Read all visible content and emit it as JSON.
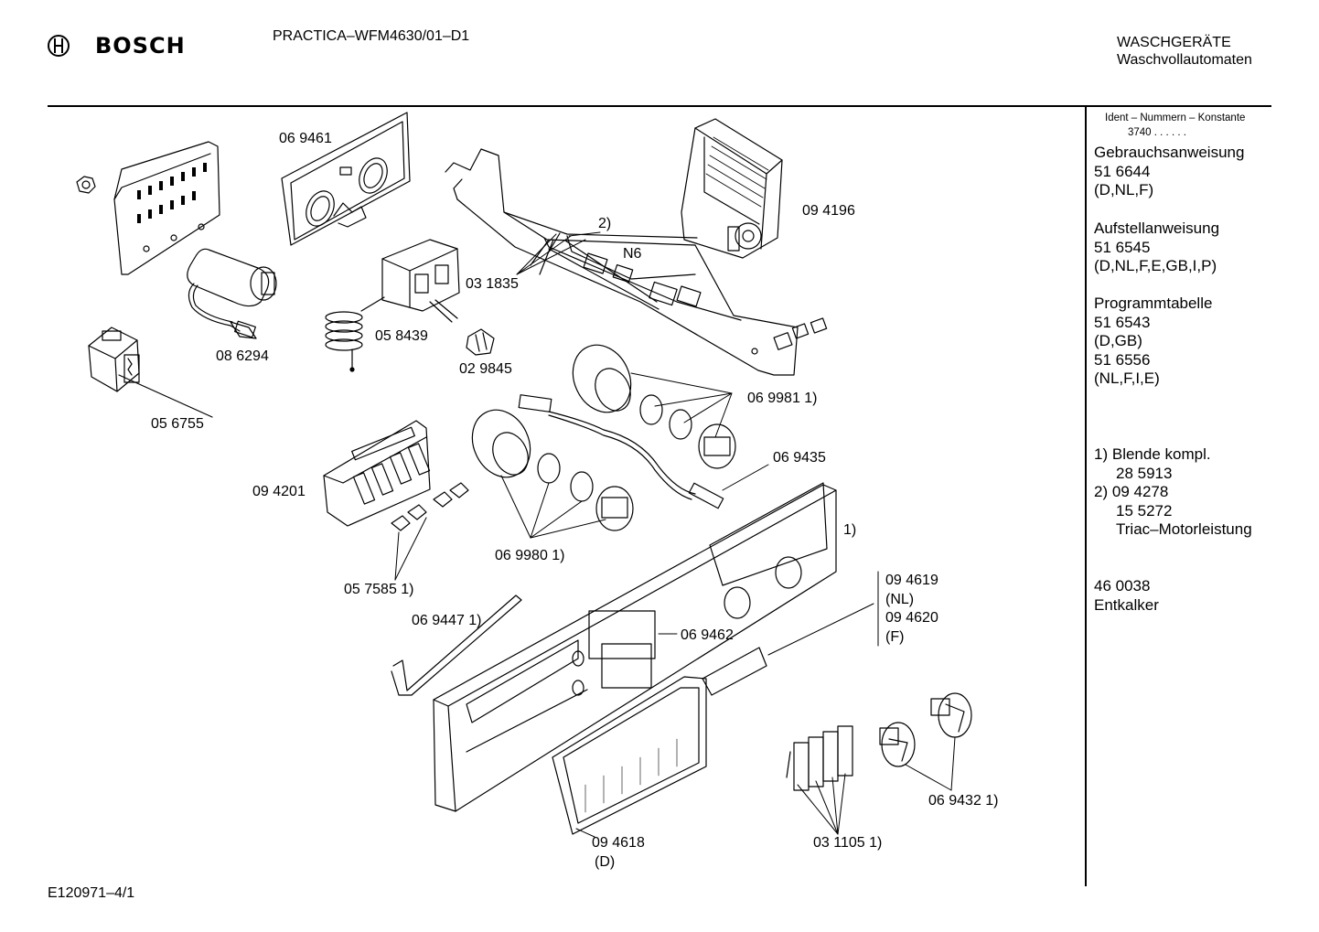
{
  "header": {
    "brand": "BOSCH",
    "model": "PRACTICA–WFM4630/01–D1",
    "category_line1": "WASCHGERÄTE",
    "category_line2": "Waschvollautomaten"
  },
  "footer": {
    "doc_id": "E120971–4/1"
  },
  "sidebar": {
    "ident_title": "Ident – Nummern – Konstante",
    "ident_value": "3740 . . . . . .",
    "blocks": [
      {
        "name": "Gebrauchsanweisung",
        "lines": [
          "51 6644",
          "(D,NL,F)"
        ]
      },
      {
        "name": "Aufstellanweisung",
        "lines": [
          "51 6545",
          "(D,NL,F,E,GB,I,P)"
        ]
      },
      {
        "name": "Programmtabelle",
        "lines": [
          "51 6543",
          "(D,GB)",
          "51 6556",
          "(NL,F,I,E)"
        ]
      }
    ],
    "notes": [
      {
        "marker": "1)",
        "title": "Blende kompl.",
        "lines": [
          "28 5913"
        ]
      },
      {
        "marker": "2)",
        "title": "09 4278",
        "lines": [
          "15 5272",
          "Triac–Motorleistung"
        ]
      }
    ],
    "extra": {
      "number": "46 0038",
      "name": "Entkalker"
    }
  },
  "parts": {
    "p069461": "06 9461",
    "p094196": "09 4196",
    "p2": "2)",
    "pN6": "N6",
    "p031835": "03 1835",
    "p086294": "08 6294",
    "p058439": "05 8439",
    "p029845": "02 9845",
    "p056755": "05 6755",
    "p069981": "06 9981 1)",
    "p069435": "06 9435",
    "p094201": "09 4201",
    "p1": "1)",
    "p069980": "06 9980 1)",
    "p057585": "05 7585 1)",
    "p094619": "09 4619",
    "p094619c": "(NL)",
    "p094620": "09 4620",
    "p094620c": "(F)",
    "p069447": "06 9447 1)",
    "p069462": "06 9462",
    "p094618": "09 4618",
    "p094618c": "(D)",
    "p069432": "06 9432 1)",
    "p031105": "03 1105 1)"
  }
}
